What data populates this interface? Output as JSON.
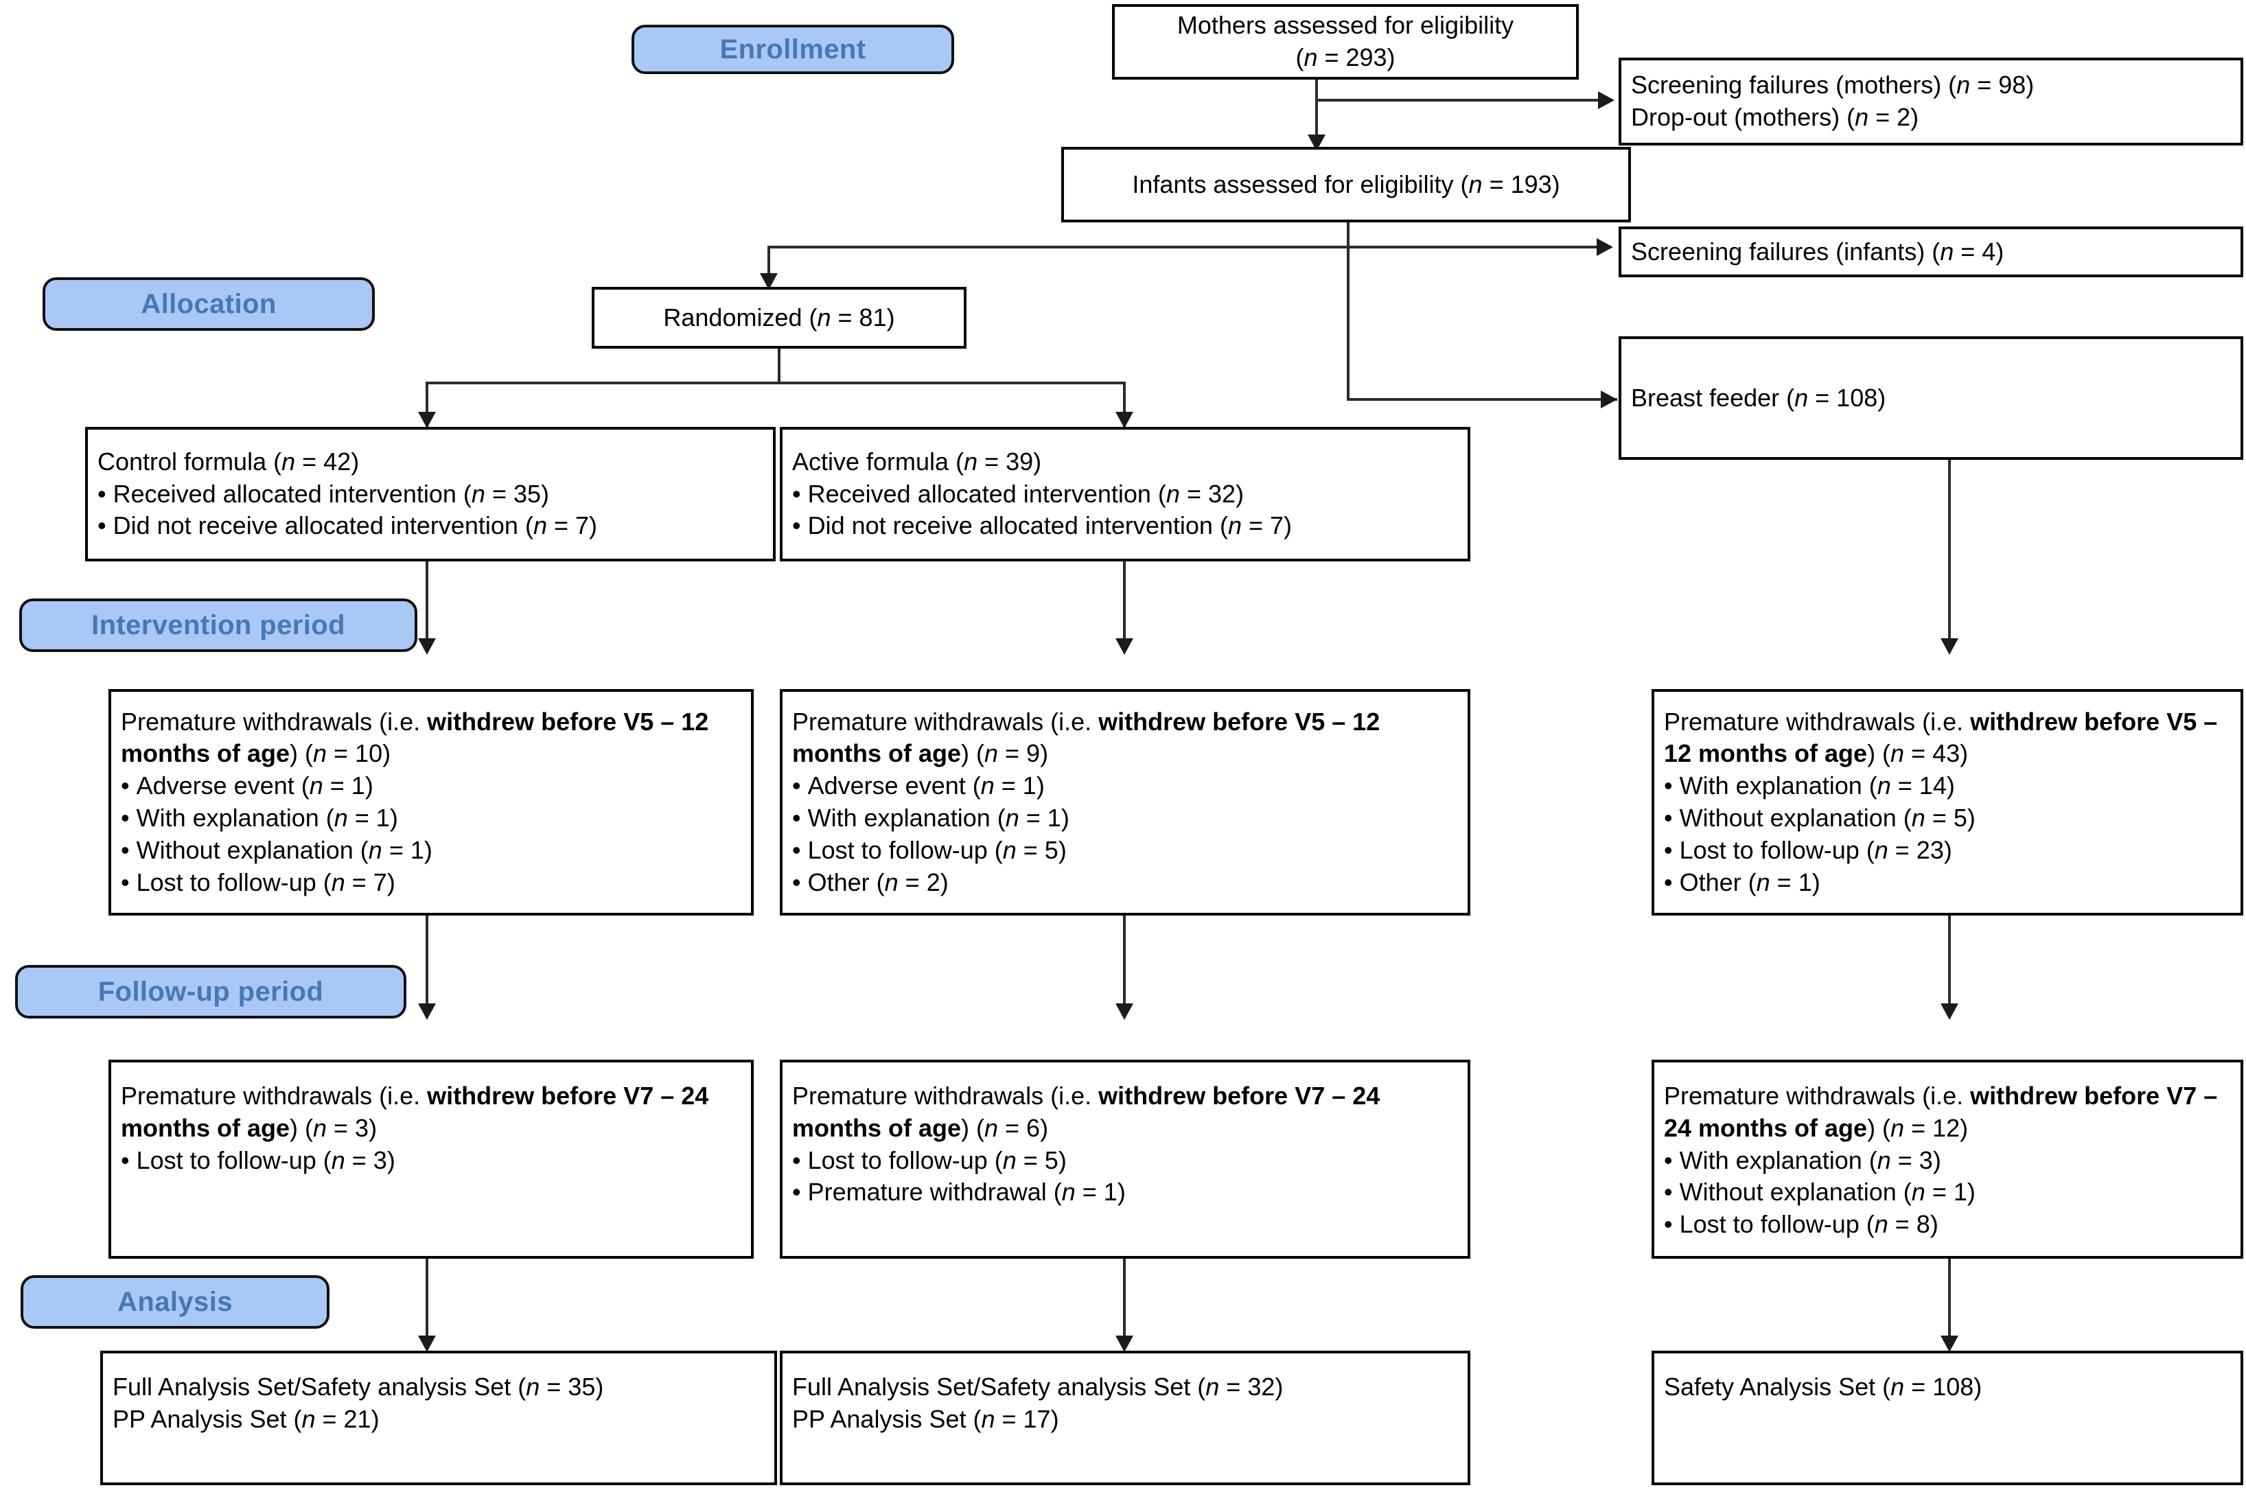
{
  "diagram": {
    "type": "consort-flow-diagram",
    "accent_blue_fill": "#aac8f5",
    "accent_blue_text": "#4678b4",
    "line_color": "#2b2b2b"
  },
  "stages": [
    {
      "id": "enrollment",
      "label": "Enrollment"
    },
    {
      "id": "allocation",
      "label": "Allocation"
    },
    {
      "id": "intervention",
      "label": "Intervention period"
    },
    {
      "id": "followup",
      "label": "Follow-up period"
    },
    {
      "id": "analysis",
      "label": "Analysis"
    }
  ],
  "boxes": {
    "mothers_assessed": {
      "lines": [
        "Mothers assessed for eligibility",
        "(n = 293)"
      ]
    },
    "infants_assessed": {
      "lines": [
        "Infants assessed for eligibility (n = 193)"
      ]
    },
    "screen_fail_mothers": {
      "lines": [
        "Screening failures (mothers) (n = 98)",
        "Drop-out (mothers) (n = 2)"
      ]
    },
    "screen_fail_infants": {
      "lines": [
        "Screening failures (infants) (n = 4)"
      ]
    },
    "randomized": {
      "lines": [
        "Randomized (n = 81)"
      ]
    },
    "breast_feeder": {
      "lines": [
        "Breast feeder (n = 108)"
      ]
    },
    "control_formula": {
      "title": "Control formula (n = 42)",
      "bullets": [
        "Received allocated intervention (n = 35)",
        "Did not receive allocated intervention (n = 7)"
      ]
    },
    "active_formula": {
      "title": "Active formula (n = 39)",
      "bullets": [
        "Received allocated intervention (n = 32)",
        "Did not receive allocated intervention (n = 7)"
      ]
    },
    "intervention_control": {
      "title_plain_1": "Premature withdrawals (i.e. ",
      "title_bold": "withdrew before V5 – 12 months of age",
      "title_plain_2": ") (n = 10)",
      "bullets": [
        "Adverse event (n = 1)",
        "With explanation (n = 1)",
        "Without explanation (n = 1)",
        "Lost to follow-up (n = 7)"
      ]
    },
    "intervention_active": {
      "title_plain_1": "Premature withdrawals (i.e. ",
      "title_bold": "withdrew before V5 – 12 months of age",
      "title_plain_2": ") (n = 9)",
      "bullets": [
        "Adverse event (n = 1)",
        "With explanation (n = 1)",
        "Lost to follow-up (n = 5)",
        "Other (n = 2)"
      ]
    },
    "intervention_breast": {
      "title_plain_1": "Premature withdrawals (i.e. ",
      "title_bold": "withdrew before V5 – 12 months of age",
      "title_plain_2": ") (n = 43)",
      "bullets": [
        "With explanation (n = 14)",
        "Without explanation (n = 5)",
        "Lost to follow-up (n = 23)",
        "Other (n = 1)"
      ]
    },
    "followup_control": {
      "title_plain_1": "Premature withdrawals (i.e. ",
      "title_bold": "withdrew before V7 – 24 months of age",
      "title_plain_2": ") (n = 3)",
      "bullets": [
        "Lost to follow-up (n = 3)"
      ]
    },
    "followup_active": {
      "title_plain_1": "Premature withdrawals (i.e. ",
      "title_bold": "withdrew before V7 – 24 months of age",
      "title_plain_2": ") (n = 6)",
      "bullets": [
        "Lost to follow-up (n = 5)",
        "Premature withdrawal (n = 1)"
      ]
    },
    "followup_breast": {
      "title_plain_1": "Premature withdrawals (i.e. ",
      "title_bold": "withdrew before V7 – 24 months of age",
      "title_plain_2": ") (n = 12)",
      "bullets": [
        "With explanation (n = 3)",
        "Without explanation (n = 1)",
        "Lost to follow-up (n = 8)"
      ]
    },
    "analysis_control": {
      "lines": [
        "Full Analysis Set/Safety analysis Set (n = 35)",
        "PP Analysis Set (n = 21)"
      ]
    },
    "analysis_active": {
      "lines": [
        "Full Analysis Set/Safety analysis Set (n = 32)",
        "PP Analysis Set (n = 17)"
      ]
    },
    "analysis_breast": {
      "lines": [
        "Safety Analysis Set (n = 108)"
      ]
    }
  }
}
